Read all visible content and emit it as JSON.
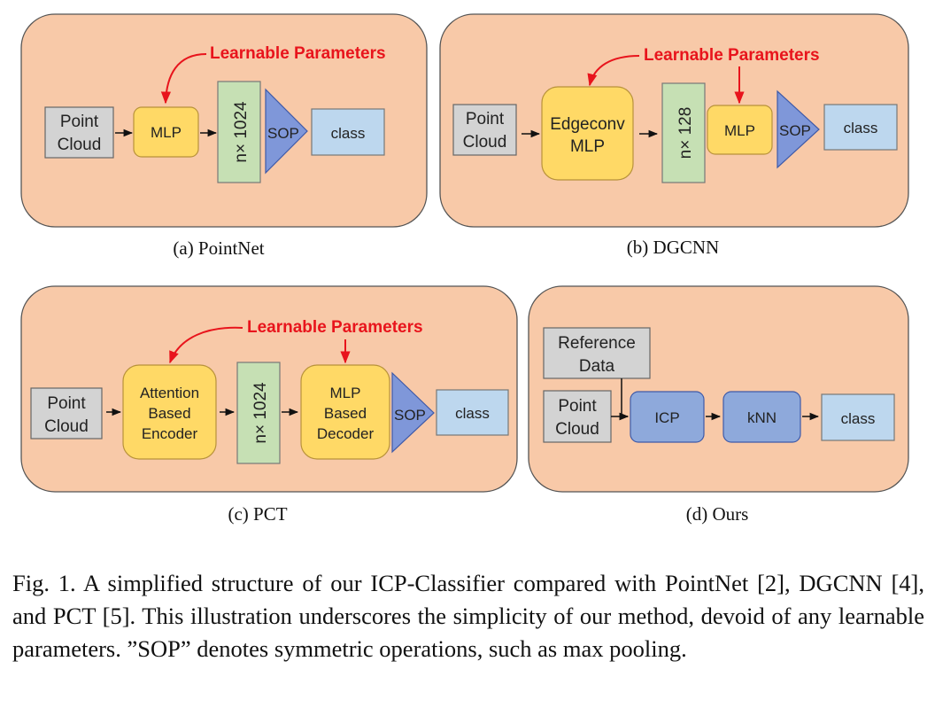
{
  "common": {
    "learnable": "Learnable Parameters",
    "point": "Point",
    "cloud": "Cloud",
    "sop": "SOP",
    "class": "class",
    "mlp": "MLP"
  },
  "a": {
    "caption": "(a) PointNet",
    "feature": "n× 1024"
  },
  "b": {
    "caption": "(b) DGCNN",
    "edge1": "Edgeconv",
    "edge2": "MLP",
    "feature": "n× 128"
  },
  "c": {
    "caption": "(c) PCT",
    "enc1": "Attention",
    "enc2": "Based",
    "enc3": "Encoder",
    "feature": "n× 1024",
    "dec1": "MLP",
    "dec2": "Based",
    "dec3": "Decoder"
  },
  "d": {
    "caption": "(d) Ours",
    "ref1": "Reference",
    "ref2": "Data",
    "icp": "ICP",
    "knn": "kNN"
  },
  "figure_caption": "Fig. 1.  A simplified structure of our ICP-Classifier compared with PointNet [2], DGCNN [4], and PCT [5]. This illustration underscores the simplicity of our method, devoid of any learnable parameters. ”SOP” denotes symmetric operations, such as max pooling.",
  "colors": {
    "panel": "#f8c9a8",
    "gray_box": "#d3d3d3",
    "yellow": "#ffd966",
    "green": "#c6e0b4",
    "light_blue": "#bdd7ee",
    "blue": "#8ea9db",
    "sop_blue": "#7f97d9",
    "red": "#e8141c"
  }
}
